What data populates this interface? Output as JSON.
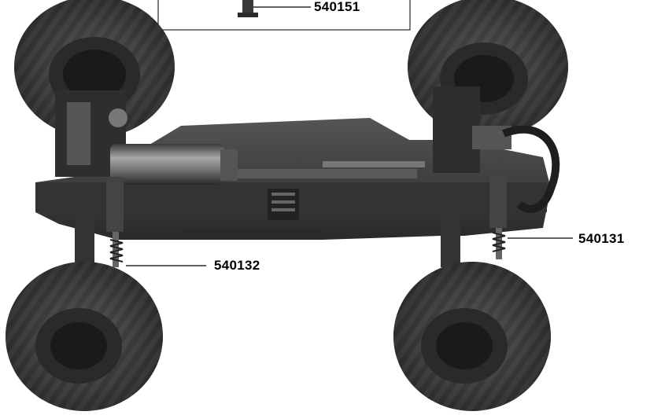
{
  "colors": {
    "tire": "#3a3a3a",
    "tire_dark": "#1e1e1e",
    "tire_tread": "#4b4b4b",
    "chassis": "#3c3c3c",
    "chassis_dark": "#262626",
    "chassis_light": "#6a6a6a",
    "motor": "#8a8a8a",
    "leader_line": "#000000"
  },
  "callouts": [
    {
      "id": "540151",
      "label": "540151"
    },
    {
      "id": "540132",
      "label": "540132"
    },
    {
      "id": "540131",
      "label": "540131"
    }
  ]
}
